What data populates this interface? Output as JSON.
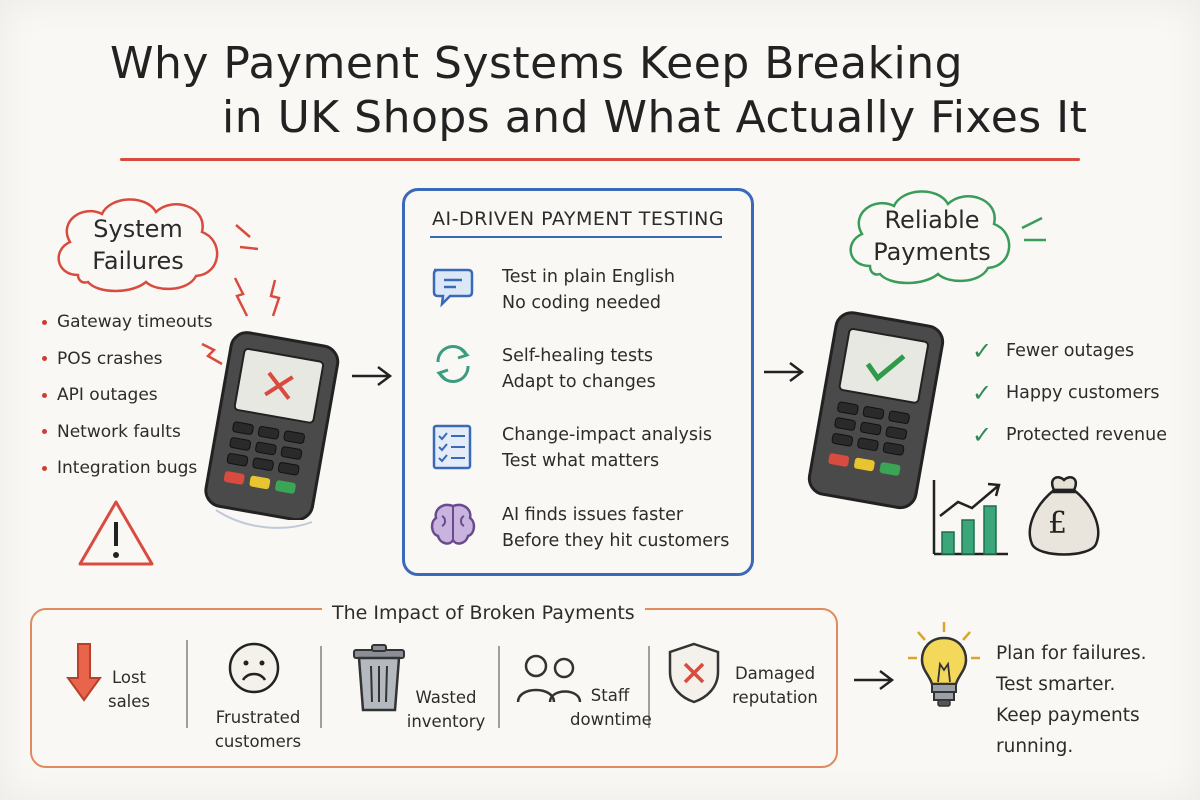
{
  "title": {
    "line1": "Why Payment Systems Keep Breaking",
    "line2": "in UK Shops and What Actually Fixes It"
  },
  "left": {
    "cloud_label_line1": "System",
    "cloud_label_line2": "Failures",
    "bullets": [
      "Gateway timeouts",
      "POS crashes",
      "API outages",
      "Network faults",
      "Integration bugs"
    ]
  },
  "center": {
    "title": "AI-DRIVEN PAYMENT TESTING",
    "features": [
      {
        "line1": "Test in plain English",
        "line2": "No coding needed",
        "icon": "chat-bubble-icon"
      },
      {
        "line1": "Self-healing tests",
        "line2": "Adapt to changes",
        "icon": "refresh-cycle-icon"
      },
      {
        "line1": "Change-impact analysis",
        "line2": "Test what matters",
        "icon": "checklist-icon"
      },
      {
        "line1": "AI finds issues faster",
        "line2": "Before they hit customers",
        "icon": "brain-icon"
      }
    ]
  },
  "right": {
    "cloud_label_line1": "Reliable",
    "cloud_label_line2": "Payments",
    "benefits": [
      "Fewer outages",
      "Happy customers",
      "Protected revenue"
    ],
    "currency_symbol": "£"
  },
  "impact": {
    "title": "The Impact of Broken Payments",
    "items": [
      {
        "line1": "Lost",
        "line2": "sales",
        "icon": "down-arrow-icon"
      },
      {
        "line1": "Frustrated",
        "line2": "customers",
        "icon": "sad-face-icon"
      },
      {
        "line1": "Wasted",
        "line2": "inventory",
        "icon": "trash-can-icon"
      },
      {
        "line1": "Staff",
        "line2": "downtime",
        "icon": "people-icon"
      },
      {
        "line1": "Damaged",
        "line2": "reputation",
        "icon": "shield-x-icon"
      }
    ]
  },
  "conclusion": {
    "lines": [
      "Plan for failures.",
      "Test smarter.",
      "Keep payments",
      "running."
    ]
  },
  "colors": {
    "red": "#d94b3e",
    "blue": "#3a69b8",
    "green": "#2e8b57",
    "orange": "#e08a60",
    "terminal": "#4a4a4a"
  }
}
